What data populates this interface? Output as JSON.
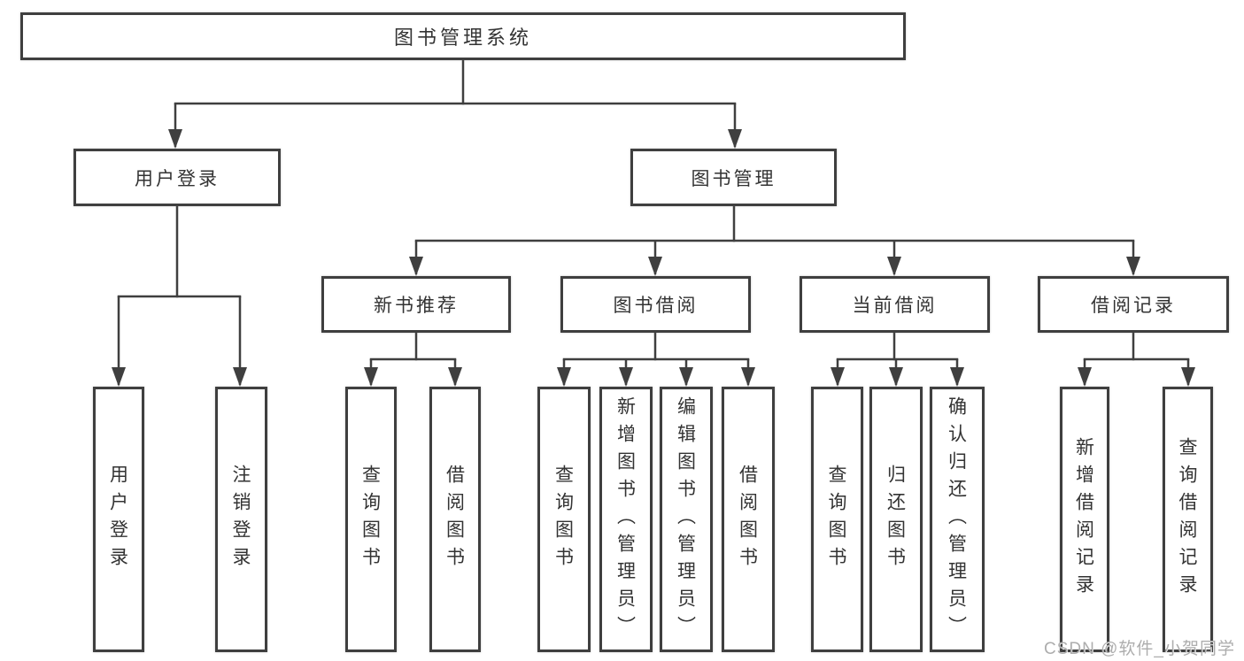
{
  "colors": {
    "line": "#3f3f3f",
    "text": "#333333",
    "background": "#ffffff",
    "watermark": "#adadad"
  },
  "watermark": "CSDN @软件_小贺同学",
  "tree": {
    "root": {
      "label": "图书管理系统"
    },
    "branches": [
      {
        "label": "用户登录",
        "children": [
          {
            "label": "用户登录"
          },
          {
            "label": "注销登录"
          }
        ]
      },
      {
        "label": "图书管理",
        "children": [
          {
            "label": "新书推荐",
            "children": [
              {
                "label": "查询图书"
              },
              {
                "label": "借阅图书"
              }
            ]
          },
          {
            "label": "图书借阅",
            "children": [
              {
                "label": "查询图书"
              },
              {
                "label": "新增图书（管理员）"
              },
              {
                "label": "编辑图书（管理员）"
              },
              {
                "label": "借阅图书"
              }
            ]
          },
          {
            "label": "当前借阅",
            "children": [
              {
                "label": "查询图书"
              },
              {
                "label": "归还图书"
              },
              {
                "label": "确认归还（管理员）"
              }
            ]
          },
          {
            "label": "借阅记录",
            "children": [
              {
                "label": "新增借阅记录"
              },
              {
                "label": "查询借阅记录"
              }
            ]
          }
        ]
      }
    ]
  }
}
